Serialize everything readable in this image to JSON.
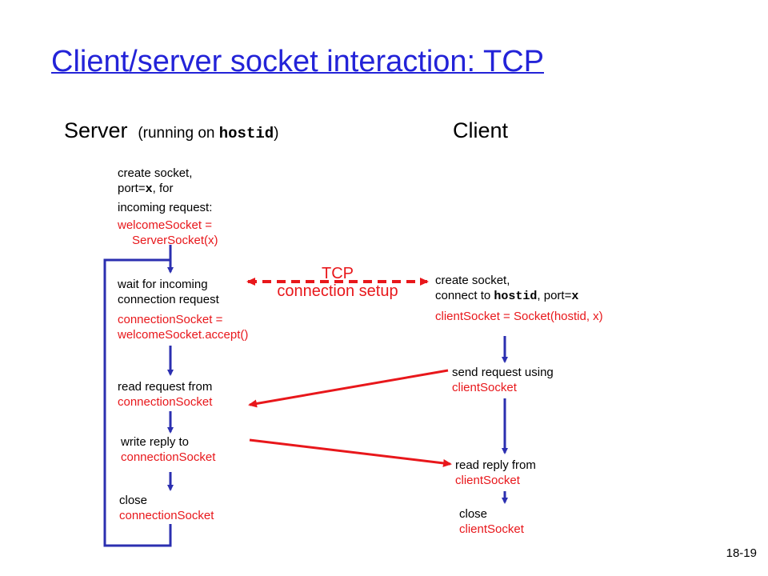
{
  "title": "Client/server socket interaction: TCP",
  "server": {
    "label": "Server",
    "running_on": "(running on ",
    "host": "hostid",
    "close_paren": ")",
    "create": {
      "line1": "create socket,",
      "port_prefix": "port=",
      "port_var": "x",
      "port_suffix": ", for",
      "line3": "incoming request:",
      "code1": "welcomeSocket =",
      "code2": "ServerSocket(x)"
    },
    "wait": {
      "line1": "wait for incoming",
      "line2": "connection request",
      "code1": "connectionSocket =",
      "code2": "welcomeSocket.accept()"
    },
    "read": {
      "line1": "read request from",
      "code": "connectionSocket"
    },
    "write": {
      "line1": "write reply to",
      "code": "connectionSocket"
    },
    "close": {
      "line1": "close",
      "code": "connectionSocket"
    }
  },
  "client": {
    "label": "Client",
    "create": {
      "line1": "create socket,",
      "connect_prefix": "connect to ",
      "host": "hostid",
      "port_prefix": ", port=",
      "port_var": "x",
      "code": "clientSocket = Socket(hostid, x)"
    },
    "send": {
      "line1": "send request using",
      "code": "clientSocket"
    },
    "read": {
      "line1": "read reply from",
      "code": "clientSocket"
    },
    "close": {
      "line1": "close",
      "code": "clientSocket"
    }
  },
  "tcp_setup": {
    "line1": "TCP",
    "line2": "connection setup"
  },
  "page_number": "18-19",
  "colors": {
    "title": "#2323d8",
    "code": "#e8171b",
    "flow_arrow": "#2b2fb0",
    "message_arrow": "#e8171b"
  }
}
